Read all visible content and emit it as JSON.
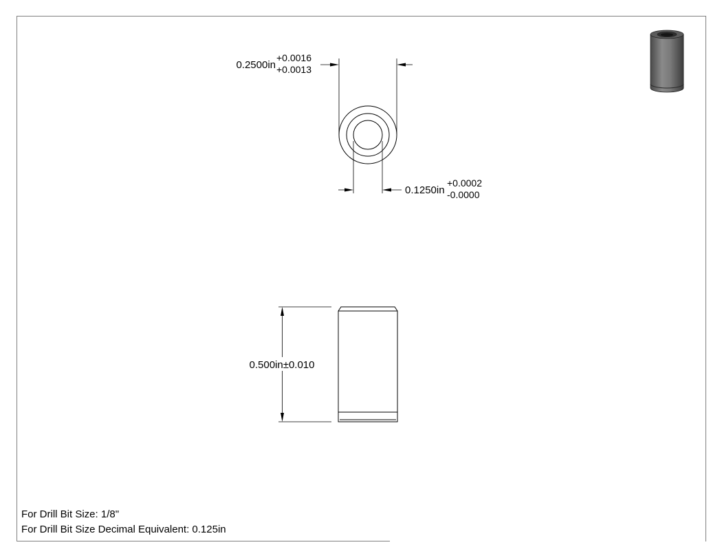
{
  "dimensions": {
    "outer_diameter": {
      "value": "0.2500in",
      "tol_upper": "+0.0016",
      "tol_lower": "+0.0013"
    },
    "inner_diameter": {
      "value": "0.1250in",
      "tol_upper": "+0.0002",
      "tol_lower": "-0.0000"
    },
    "length": {
      "value": "0.500in±0.010"
    }
  },
  "notes": {
    "drill_bit_size": "For Drill Bit Size: 1/8\"",
    "drill_bit_decimal": "For Drill Bit Size Decimal Equivalent: 0.125in"
  },
  "colors": {
    "line": "#000000",
    "border": "#808080",
    "part_dark": "#3a3a3a",
    "part_mid": "#6e6e6e",
    "part_light": "#9a9a9a"
  }
}
